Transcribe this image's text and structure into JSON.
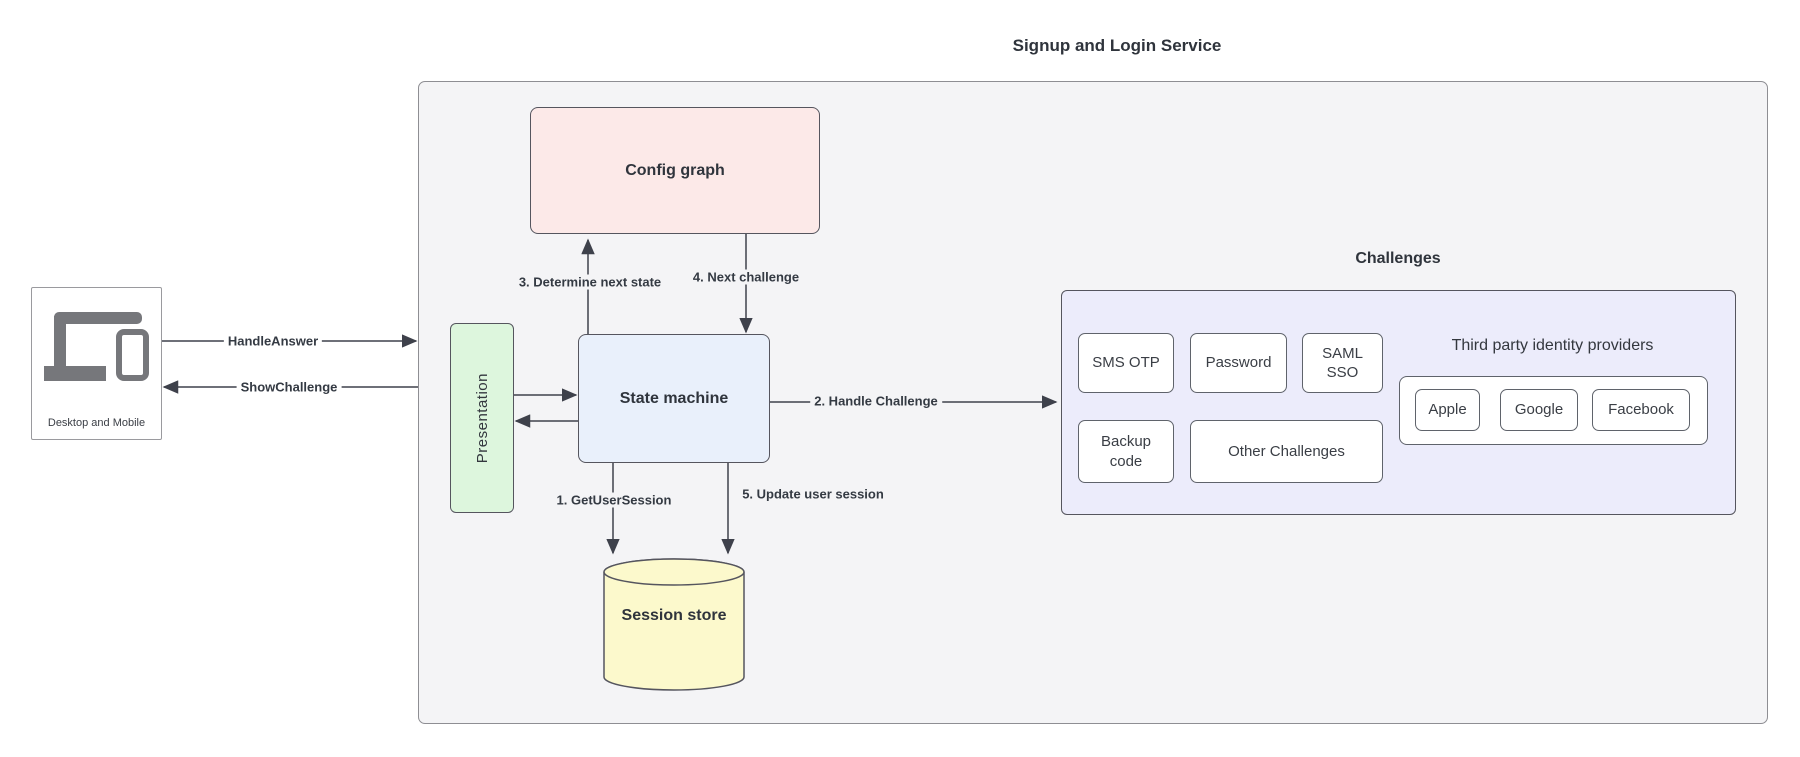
{
  "title": "Signup and Login Service",
  "client": {
    "label": "Desktop and Mobile"
  },
  "messages": {
    "handle_answer": "HandleAnswer",
    "show_challenge": "ShowChallenge"
  },
  "nodes": {
    "config_graph": "Config graph",
    "presentation": "Presentation",
    "state_machine": "State machine",
    "session_store": "Session store"
  },
  "steps": {
    "s1": "1. GetUserSession",
    "s2": "2. Handle Challenge",
    "s3": "3. Determine next state",
    "s4": "4. Next challenge",
    "s5": "5. Update user session"
  },
  "challenges": {
    "title": "Challenges",
    "items": [
      "SMS OTP",
      "Password",
      "SAML SSO",
      "Backup code",
      "Other Challenges"
    ],
    "third_party": {
      "title": "Third party identity providers",
      "providers": [
        "Apple",
        "Google",
        "Facebook"
      ]
    }
  },
  "colors": {
    "outer_container_fill": "#f4f4f6",
    "outer_container_border": "#8e8e93",
    "config_graph_fill": "#fce9e8",
    "presentation_fill": "#ddf6dd",
    "state_machine_fill": "#e9f0fb",
    "session_store_fill": "#fcf9cc",
    "challenges_fill": "#ececfb",
    "node_border": "#55555e",
    "arrow": "#3e414b",
    "text": "#2f343c",
    "client_icon": "#76777b"
  }
}
